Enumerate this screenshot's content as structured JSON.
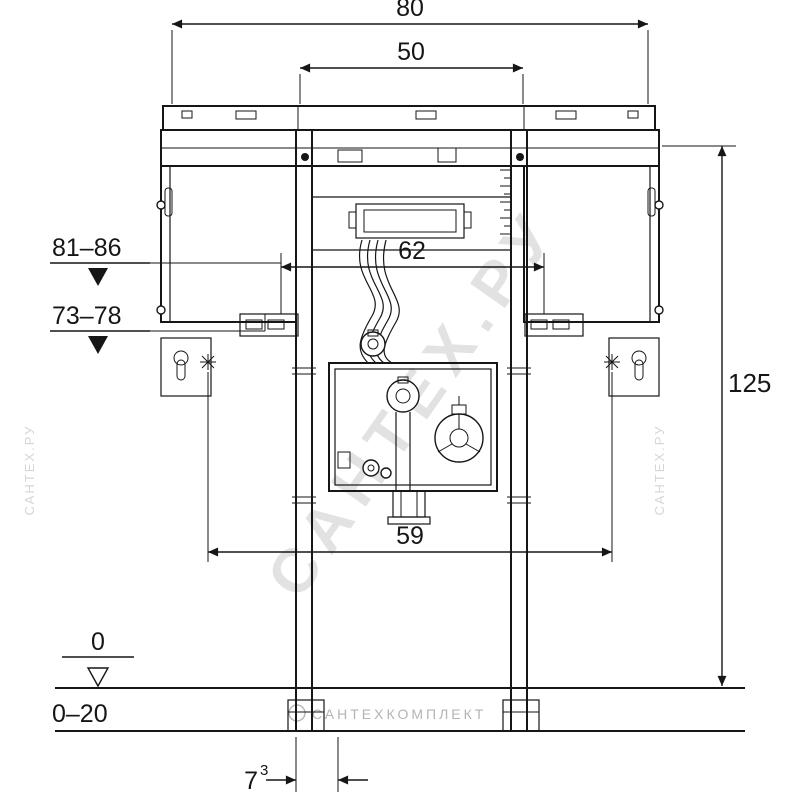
{
  "diagram": {
    "type": "installation-frame-technical-drawing",
    "dimensions": {
      "overall_width": "80",
      "actuator_width": "50",
      "supply_span": "62",
      "bracket_span": "59",
      "frame_height": "125",
      "height_range_upper": "81–86",
      "height_range_lower": "73–78",
      "floor_zero": "0",
      "floor_range": "0–20",
      "leg_depth_base": "7",
      "leg_depth_exponent": "3"
    },
    "watermarks": {
      "diagonal": "САНТЕХ.РУ",
      "left_edge": "САНТЕХ.РУ",
      "right_edge": "САНТЕХ.РУ",
      "bottom": "САНТЕХКОМПЛЕКТ"
    },
    "colors": {
      "line": "#161616",
      "watermark_gray": "#c6c6c6",
      "background": "#ffffff"
    }
  }
}
